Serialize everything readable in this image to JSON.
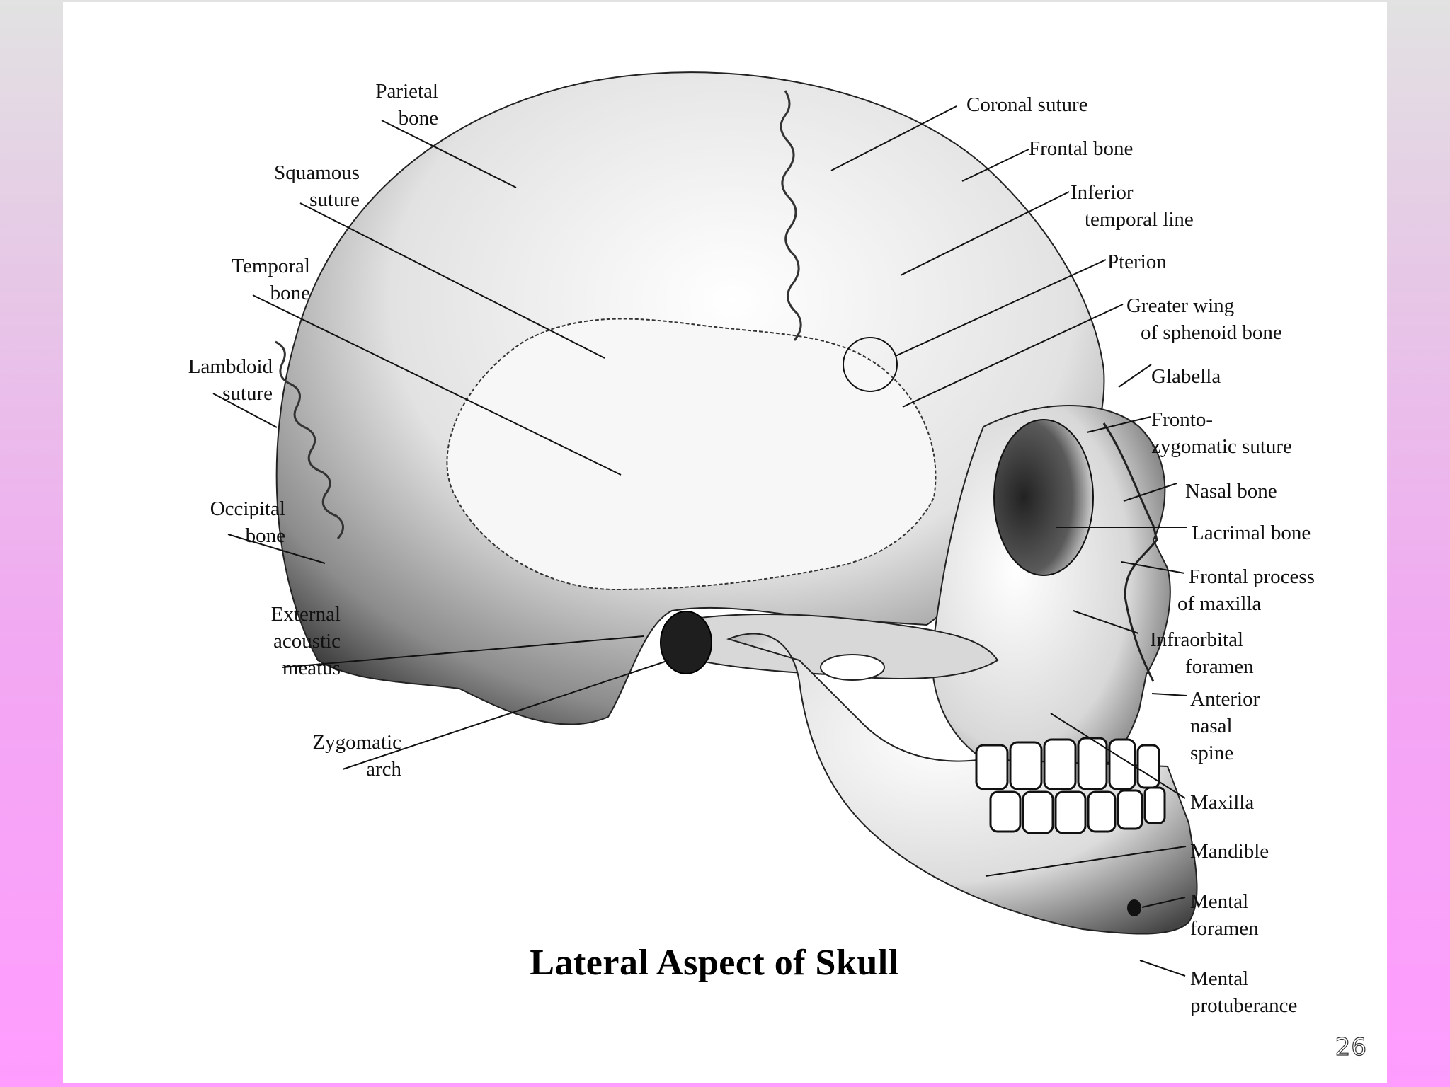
{
  "title": "Lateral Aspect of Skull",
  "page_number": "26",
  "labels_left": [
    {
      "id": "parietal-bone",
      "lines": [
        "Parietal",
        "bone"
      ]
    },
    {
      "id": "squamous-suture",
      "lines": [
        "Squamous",
        "suture"
      ]
    },
    {
      "id": "temporal-bone",
      "lines": [
        "Temporal",
        "bone"
      ]
    },
    {
      "id": "lambdoid-suture",
      "lines": [
        "Lambdoid",
        "suture"
      ]
    },
    {
      "id": "occipital-bone",
      "lines": [
        "Occipital",
        "bone"
      ]
    },
    {
      "id": "external-acoustic-meatus",
      "lines": [
        "External",
        "acoustic",
        "meatus"
      ]
    },
    {
      "id": "zygomatic-arch",
      "lines": [
        "Zygomatic",
        "arch"
      ]
    }
  ],
  "labels_right": [
    {
      "id": "coronal-suture",
      "lines": [
        "Coronal suture"
      ]
    },
    {
      "id": "frontal-bone",
      "lines": [
        "Frontal bone"
      ]
    },
    {
      "id": "inferior-temporal-line",
      "lines": [
        "Inferior",
        "temporal line"
      ]
    },
    {
      "id": "pterion",
      "lines": [
        "Pterion"
      ]
    },
    {
      "id": "greater-wing",
      "lines": [
        "Greater wing",
        "of sphenoid bone"
      ]
    },
    {
      "id": "glabella",
      "lines": [
        "Glabella"
      ]
    },
    {
      "id": "frontozygomatic-suture",
      "lines": [
        "Fronto-",
        "zygomatic suture"
      ]
    },
    {
      "id": "nasal-bone",
      "lines": [
        "Nasal bone"
      ]
    },
    {
      "id": "lacrimal-bone",
      "lines": [
        "Lacrimal bone"
      ]
    },
    {
      "id": "frontal-process-maxilla",
      "lines": [
        "Frontal process",
        "of maxilla"
      ]
    },
    {
      "id": "infraorbital-foramen",
      "lines": [
        "Infraorbital",
        "foramen"
      ]
    },
    {
      "id": "anterior-nasal-spine",
      "lines": [
        "Anterior",
        "nasal",
        "spine"
      ]
    },
    {
      "id": "maxilla",
      "lines": [
        "Maxilla"
      ]
    },
    {
      "id": "mandible",
      "lines": [
        "Mandible"
      ]
    },
    {
      "id": "mental-foramen",
      "lines": [
        "Mental",
        "foramen"
      ]
    },
    {
      "id": "mental-protuberance",
      "lines": [
        "Mental",
        "protuberance"
      ]
    }
  ]
}
